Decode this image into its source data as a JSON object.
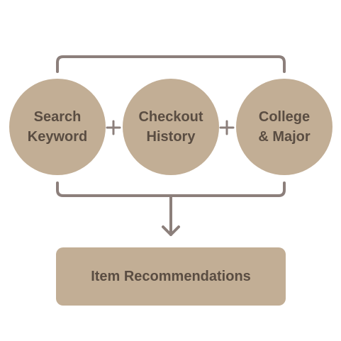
{
  "inputs": [
    {
      "line1": "Search",
      "line2": "Keyword"
    },
    {
      "line1": "Checkout",
      "line2": "History"
    },
    {
      "line1": "College",
      "line2": "& Major"
    }
  ],
  "result": {
    "label": "Item Recommendations"
  },
  "colors": {
    "node_fill": "#c2ae95",
    "text": "#5a4d42",
    "connector": "#8c7f7b"
  },
  "icons": [
    "plus-icon",
    "down-arrow-icon"
  ]
}
